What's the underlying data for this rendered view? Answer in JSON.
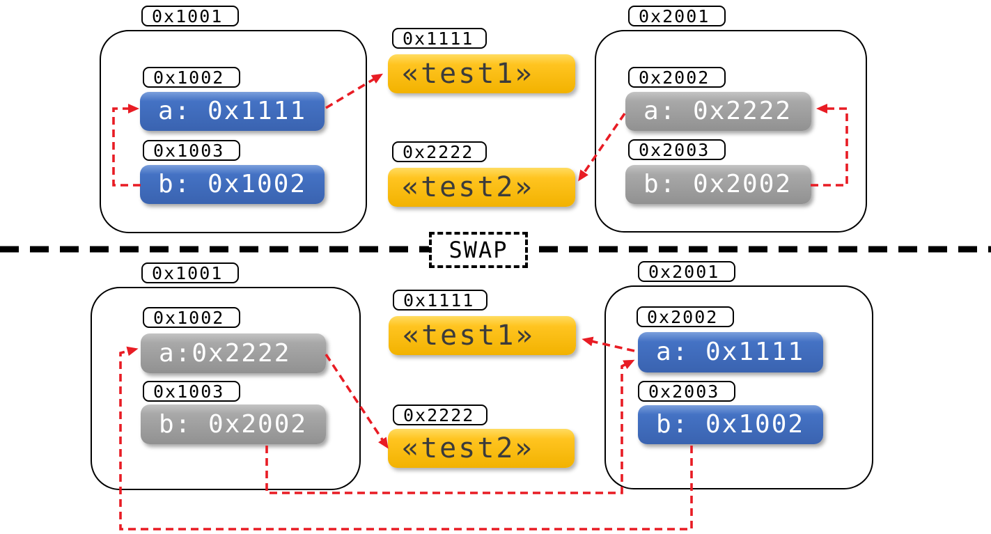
{
  "colors": {
    "red": "#e81c24",
    "blue_top": "#7b9fdc",
    "blue_mid": "#4472c4",
    "blue_dark": "#3a63b0",
    "gray_top": "#c4c4c4",
    "gray_mid": "#a8a8a8",
    "gray_dark": "#919191",
    "yellow_top": "#ffdc61",
    "yellow_mid": "#ffc420",
    "yellow_dark": "#f2b200",
    "string_text": "#3b3b3b"
  },
  "divider": {
    "label": "SWAP"
  },
  "top": {
    "left_frame": {
      "address": "0x1001",
      "slots": [
        {
          "address": "0x1002",
          "value": "a: 0x1111"
        },
        {
          "address": "0x1003",
          "value": "b: 0x1002"
        }
      ]
    },
    "strings": [
      {
        "address": "0x1111",
        "value": "«test1»"
      },
      {
        "address": "0x2222",
        "value": "«test2»"
      }
    ],
    "right_frame": {
      "address": "0x2001",
      "slots": [
        {
          "address": "0x2002",
          "value": "a: 0x2222"
        },
        {
          "address": "0x2003",
          "value": "b: 0x2002"
        }
      ]
    }
  },
  "bottom": {
    "left_frame": {
      "address": "0x1001",
      "slots": [
        {
          "address": "0x1002",
          "value": "a:0x2222"
        },
        {
          "address": "0x1003",
          "value": "b: 0x2002"
        }
      ]
    },
    "strings": [
      {
        "address": "0x1111",
        "value": "«test1»"
      },
      {
        "address": "0x2222",
        "value": "«test2»"
      }
    ],
    "right_frame": {
      "address": "0x2001",
      "slots": [
        {
          "address": "0x2002",
          "value": "a: 0x1111"
        },
        {
          "address": "0x2003",
          "value": "b: 0x1002"
        }
      ]
    }
  }
}
